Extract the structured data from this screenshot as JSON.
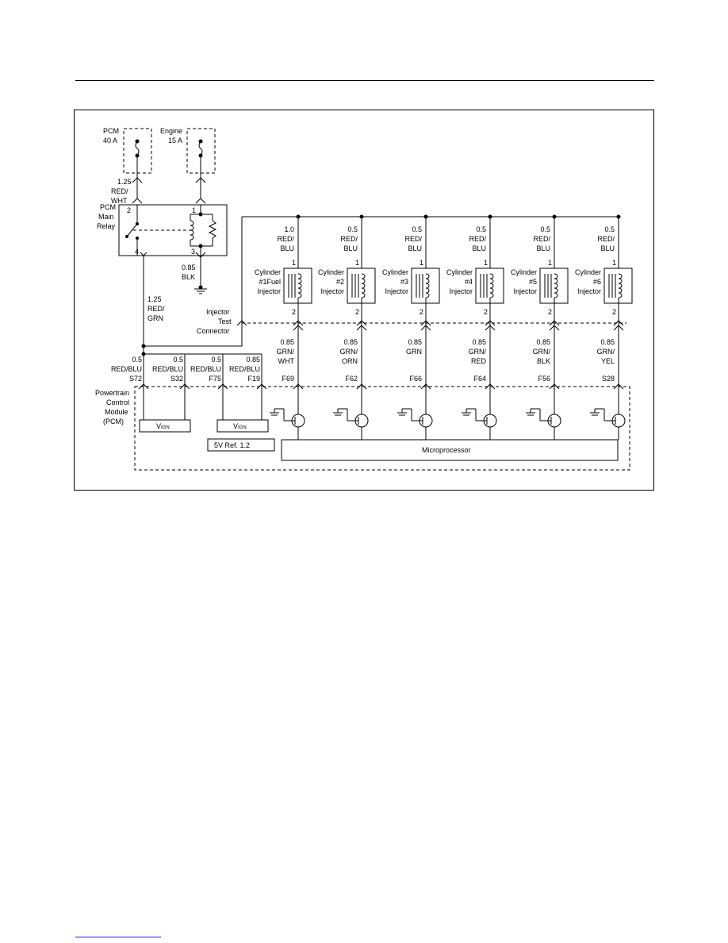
{
  "fuses": [
    {
      "label1": "PCM",
      "label2": "40 A"
    },
    {
      "label1": "Engine",
      "label2": "15 A"
    }
  ],
  "relay": {
    "label1": "PCM",
    "label2": "Main",
    "label3": "Relay",
    "pins": [
      "2",
      "1",
      "4",
      "3"
    ]
  },
  "relay_wires": {
    "in_gauge": "1.25",
    "in_color1": "RED/",
    "in_color2": "WHT",
    "out_gauge": "1.25",
    "out_color1": "RED/",
    "out_color2": "GRN",
    "ground_gauge": "0.85",
    "ground_color": "BLK"
  },
  "injectors": [
    {
      "gauge": "1.0",
      "c1": "RED/",
      "c2": "BLU",
      "n1": "Cylinder",
      "n2": "#1Fuel",
      "n3": "Injector",
      "pin_top": "1",
      "pin_bot": "2",
      "og": "0.85",
      "o1": "GRN/",
      "o2": "WHT",
      "pcm": "F69"
    },
    {
      "gauge": "0.5",
      "c1": "RED/",
      "c2": "BLU",
      "n1": "Cylinder",
      "n2": "#2",
      "n3": "Injector",
      "pin_top": "1",
      "pin_bot": "2",
      "og": "0.85",
      "o1": "GRN/",
      "o2": "ORN",
      "pcm": "F62"
    },
    {
      "gauge": "0.5",
      "c1": "RED/",
      "c2": "BLU",
      "n1": "Cylinder",
      "n2": "#3",
      "n3": "Injector",
      "pin_top": "1",
      "pin_bot": "2",
      "og": "0.85",
      "o1": "GRN",
      "o2": "",
      "pcm": "F66"
    },
    {
      "gauge": "0.5",
      "c1": "RED/",
      "c2": "BLU",
      "n1": "Cylinder",
      "n2": "#4",
      "n3": "Injector",
      "pin_top": "1",
      "pin_bot": "2",
      "og": "0.85",
      "o1": "GRN/",
      "o2": "RED",
      "pcm": "F64"
    },
    {
      "gauge": "0.5",
      "c1": "RED/",
      "c2": "BLU",
      "n1": "Cylinder",
      "n2": "#5",
      "n3": "Injector",
      "pin_top": "1",
      "pin_bot": "2",
      "og": "0.85",
      "o1": "GRN/",
      "o2": "BLK",
      "pcm": "F56"
    },
    {
      "gauge": "0.5",
      "c1": "RED/",
      "c2": "BLU",
      "n1": "Cylinder",
      "n2": "#6",
      "n3": "Injector",
      "pin_top": "1",
      "pin_bot": "2",
      "og": "0.85",
      "o1": "GRN/",
      "o2": "YEL",
      "pcm": "S28"
    }
  ],
  "test_connector": {
    "l1": "Injector",
    "l2": "Test",
    "l3": "Connector"
  },
  "pcm_inputs": [
    {
      "gauge": "0.5",
      "color": "RED/BLU",
      "pin": "S72"
    },
    {
      "gauge": "0.5",
      "color": "RED/BLU",
      "pin": "S32"
    },
    {
      "gauge": "0.5",
      "color": "RED/BLU",
      "pin": "F75"
    },
    {
      "gauge": "0.85",
      "color": "RED/BLU",
      "pin": "F19"
    }
  ],
  "pcm": {
    "l1": "Powertrain",
    "l2": "Control",
    "l3": "Module",
    "l4": "(PCM)"
  },
  "vign": {
    "v": "V",
    "sub": "IGN"
  },
  "ref_label": "5V Ref. 1.2",
  "micro_label": "Microprocessor"
}
